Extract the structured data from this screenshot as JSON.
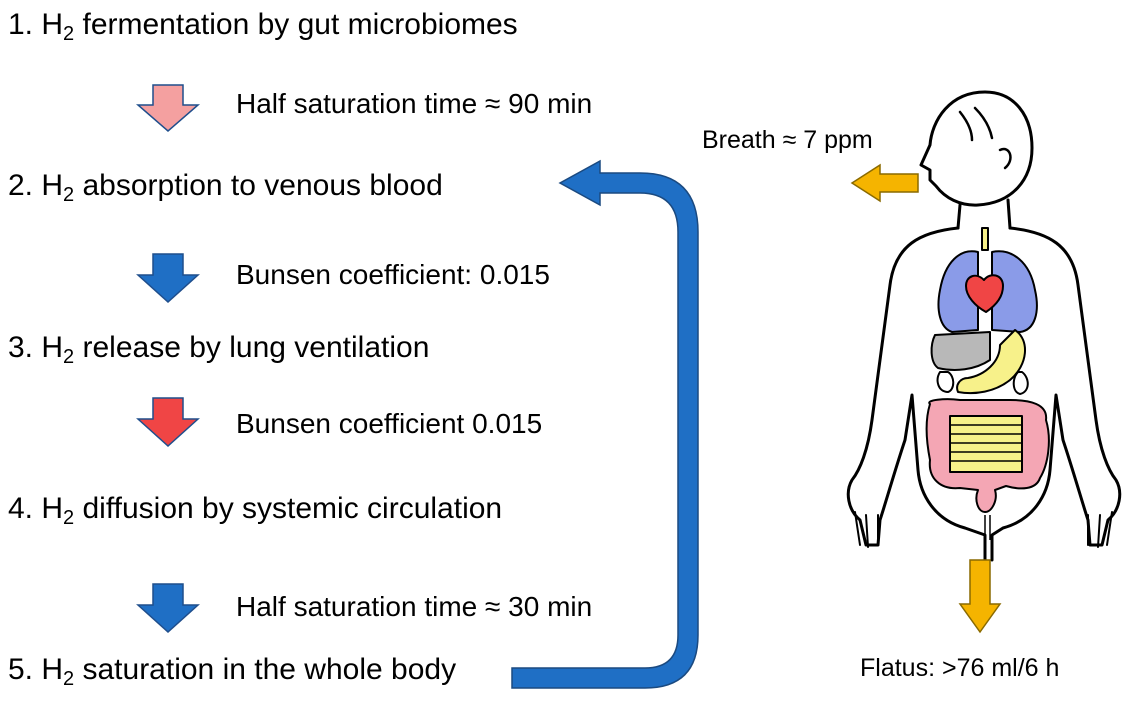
{
  "steps": [
    {
      "num": "1. H",
      "sub": "2",
      "text": " fermentation by gut microbiomes"
    },
    {
      "num": "2. H",
      "sub": "2",
      "text": " absorption to venous blood"
    },
    {
      "num": "3. H",
      "sub": "2",
      "text": " release by lung ventilation"
    },
    {
      "num": "4. H",
      "sub": "2",
      "text": " diffusion by systemic circulation"
    },
    {
      "num": "5. H",
      "sub": "2",
      "text": " saturation in the whole body"
    }
  ],
  "transitions": [
    {
      "label": "Half saturation time ≈ 90 min",
      "arrow_color": "#f4a0a0"
    },
    {
      "label": "Bunsen coefficient: 0.015",
      "arrow_color": "#1f6fc5"
    },
    {
      "label": "Bunsen coefficient 0.015",
      "arrow_color": "#f04545"
    },
    {
      "label": "Half saturation time ≈ 30 min",
      "arrow_color": "#1f6fc5"
    }
  ],
  "feedback_arrow_color": "#1f6fc5",
  "body_figure": {
    "breath_label": "Breath ≈ 7 ppm",
    "flatus_label": "Flatus: >76 ml/6 h",
    "output_arrow_color": "#f5b400",
    "organ_colors": {
      "lungs": "#8a9be8",
      "heart": "#f04545",
      "liver": "#b8b8b8",
      "stomach": "#f7f18a",
      "intestine": "#f4a6b4",
      "small_intestine": "#f7f18a"
    }
  }
}
